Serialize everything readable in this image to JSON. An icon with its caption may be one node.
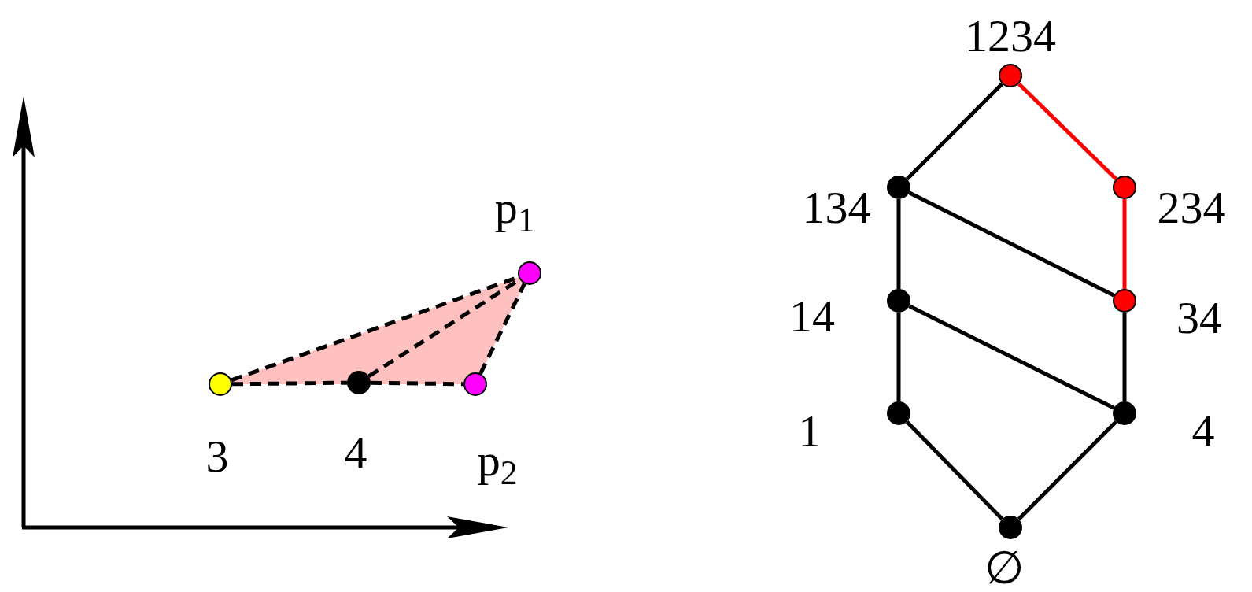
{
  "diagram": {
    "nodes": [
      {
        "text": [],
        "shape": "circle",
        "beside": [
          "3"
        ]
      },
      {
        "text": [],
        "shape": "circle",
        "beside": [
          "4"
        ]
      },
      {
        "text": [],
        "shape": "circle",
        "beside": [
          "p$_{2}$"
        ]
      },
      {
        "text": [],
        "shape": "circle",
        "beside": [
          "p$_{1}$"
        ]
      },
      {
        "text": [],
        "shape": "circle",
        "beside": [
          "1234"
        ]
      },
      {
        "text": [],
        "shape": "circle",
        "beside": [
          "134"
        ]
      },
      {
        "text": [],
        "shape": "circle",
        "beside": [
          "234"
        ]
      },
      {
        "text": [],
        "shape": "circle",
        "beside": [
          "14"
        ]
      },
      {
        "text": [],
        "shape": "circle",
        "beside": [
          "34"
        ]
      },
      {
        "text": [],
        "shape": "circle",
        "beside": [
          "1"
        ]
      },
      {
        "text": [],
        "shape": "circle",
        "beside": [
          "4"
        ]
      },
      {
        "text": [],
        "shape": "circle",
        "beside": [
          "∅"
        ]
      }
    ],
    "edges": [
      {
        "from": 0,
        "to": 3,
        "arrow": "none",
        "style": "dashed"
      },
      {
        "from": 1,
        "to": 3,
        "arrow": "none",
        "style": "dashed"
      },
      {
        "from": 0,
        "to": 1,
        "arrow": "none",
        "style": "dashed"
      },
      {
        "from": 1,
        "to": 2,
        "arrow": "none",
        "style": "dashed"
      },
      {
        "from": 2,
        "to": 3,
        "arrow": "none",
        "style": "dashed"
      },
      {
        "from": 4,
        "to": 5,
        "arrow": "none"
      },
      {
        "from": 4,
        "to": 6,
        "arrow": "none",
        "color": "#ff0000"
      },
      {
        "from": 5,
        "to": 7,
        "arrow": "none"
      },
      {
        "from": 5,
        "to": 8,
        "arrow": "none"
      },
      {
        "from": 6,
        "to": 8,
        "arrow": "none",
        "color": "#ff0000"
      },
      {
        "from": 7,
        "to": 9,
        "arrow": "none"
      },
      {
        "from": 7,
        "to": 10,
        "arrow": "none"
      },
      {
        "from": 8,
        "to": 10,
        "arrow": "none"
      },
      {
        "from": 9,
        "to": 11,
        "arrow": "none"
      },
      {
        "from": 10,
        "to": 11,
        "arrow": "none"
      }
    ]
  }
}
